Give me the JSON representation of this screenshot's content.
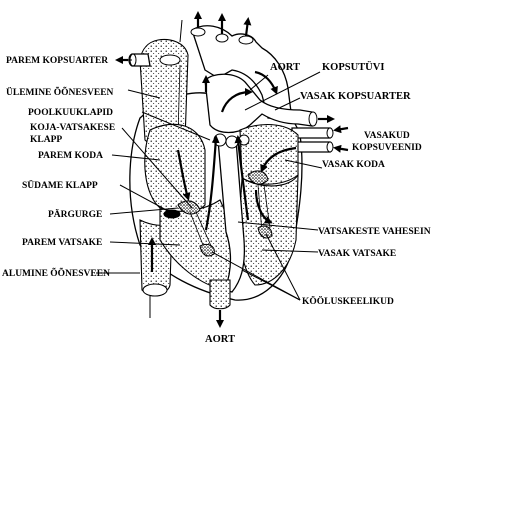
{
  "labels": {
    "parem_kopsuarter": "PAREM KOPSUARTER",
    "ulemine_oonesveen": "ÜLEMINE ÕÕNESVEEN",
    "poolkuuklapid": "POOLKUUKLAPID",
    "koja_vatsakese_1": "KOJA-VATSAKESE",
    "koja_vatsakese_2": "KLAPP",
    "parem_koda": "PAREM KODA",
    "sudame_klapp": "SÜDAME KLAPP",
    "pargurge": "PÄRGURGE",
    "parem_vatsake": "PAREM VATSAKE",
    "alumine_oonesveen": "ALUMINE ÕÕNESVEEN",
    "aort_top": "AORT",
    "kopsutuvi": "KOPSUTÜVI",
    "vasak_kopsuarter": "VASAK KOPSUARTER",
    "vasakud_1": "VASAKUD",
    "vasakud_2": "KOPSUVEENID",
    "vasak_koda": "VASAK KODA",
    "vatsakeste_vahesein": "VATSAKESTE VAHESEIN",
    "vasak_vatsake": "VASAK VATSAKE",
    "kooluskeelikud": "KÖÖLUSKEELIKUD",
    "aort_bottom": "AORT"
  }
}
